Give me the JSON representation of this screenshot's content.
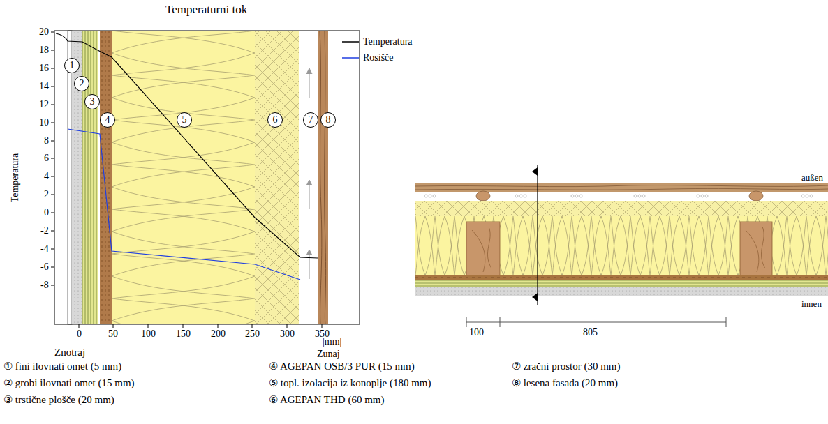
{
  "diagram": {
    "title": "Temperaturni tok",
    "nodes": [
      {
        "text": [
          "1"
        ]
      },
      {
        "text": [
          "2"
        ]
      },
      {
        "text": [
          "3"
        ]
      },
      {
        "text": [
          "4"
        ]
      },
      {
        "text": [
          "5"
        ]
      },
      {
        "text": [
          "6"
        ]
      },
      {
        "text": [
          "7"
        ]
      },
      {
        "text": [
          "8"
        ]
      }
    ],
    "labels": [
      "20",
      "18",
      "16",
      "14",
      "12",
      "10",
      "8",
      "6",
      "4",
      "2",
      "0",
      "-2",
      "-4",
      "-6",
      "-8",
      "Temperatura",
      "0",
      "50",
      "100",
      "150",
      "200",
      "250",
      "300",
      "350",
      "|mm|",
      "Znotraj",
      "Zunaj",
      "außen",
      "innen",
      "100",
      "805",
      "① fini ilovnati omet (5 mm)",
      "② grobi ilovnati omet (15 mm)",
      "③ trstične plošče (20 mm)",
      "④ AGEPAN OSB/3 PUR (15 mm)",
      "⑤ topl. izolacija iz konoplje (180 mm)",
      "⑥ AGEPAN THD (60 mm)",
      "⑦ zračni prostor (30 mm)",
      "⑧ lesena fasada (20 mm)"
    ],
    "legend": [
      {
        "text": "Temperatura"
      },
      {
        "text": "Rosišče"
      }
    ]
  }
}
